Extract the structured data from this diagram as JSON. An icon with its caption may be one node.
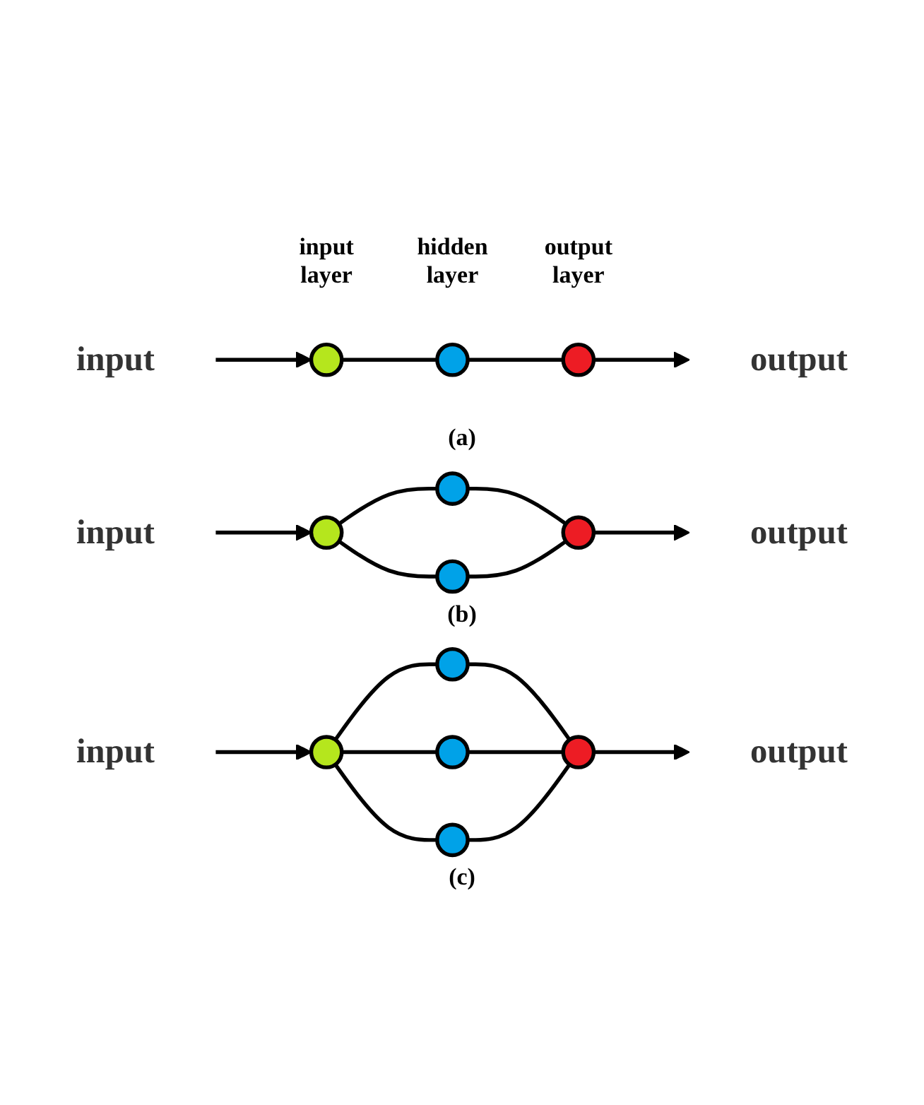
{
  "diagram": {
    "nodes": [
      {
        "text": [
          "input"
        ]
      },
      {
        "text": [],
        "shape": "circle"
      },
      {
        "text": [],
        "shape": "circle"
      },
      {
        "text": [],
        "shape": "circle"
      },
      {
        "text": [
          "output"
        ]
      },
      {
        "text": [
          "input"
        ]
      },
      {
        "text": [],
        "shape": "circle"
      },
      {
        "text": [],
        "shape": "circle"
      },
      {
        "text": [],
        "shape": "circle"
      },
      {
        "text": [],
        "shape": "circle"
      },
      {
        "text": [
          "output"
        ]
      },
      {
        "text": [
          "input"
        ]
      },
      {
        "text": [],
        "shape": "circle"
      },
      {
        "text": [],
        "shape": "circle"
      },
      {
        "text": [],
        "shape": "circle"
      },
      {
        "text": [],
        "shape": "circle"
      },
      {
        "text": [],
        "shape": "circle"
      },
      {
        "text": [
          "output"
        ]
      }
    ],
    "edges": [
      {
        "from": 0,
        "to": 1,
        "arrow": "to"
      },
      {
        "from": 1,
        "to": 2,
        "arrow": "none"
      },
      {
        "from": 2,
        "to": 3,
        "arrow": "none"
      },
      {
        "from": 3,
        "to": 4,
        "arrow": "to"
      },
      {
        "from": 5,
        "to": 6,
        "arrow": "to"
      },
      {
        "from": 6,
        "to": 7,
        "arrow": "none"
      },
      {
        "from": 6,
        "to": 8,
        "arrow": "none"
      },
      {
        "from": 7,
        "to": 9,
        "arrow": "none"
      },
      {
        "from": 8,
        "to": 9,
        "arrow": "none"
      },
      {
        "from": 9,
        "to": 10,
        "arrow": "to"
      },
      {
        "from": 11,
        "to": 12,
        "arrow": "to"
      },
      {
        "from": 12,
        "to": 13,
        "arrow": "none"
      },
      {
        "from": 12,
        "to": 14,
        "arrow": "none"
      },
      {
        "from": 12,
        "to": 15,
        "arrow": "none"
      },
      {
        "from": 13,
        "to": 16,
        "arrow": "none"
      },
      {
        "from": 14,
        "to": 16,
        "arrow": "none"
      },
      {
        "from": 15,
        "to": 16,
        "arrow": "none"
      },
      {
        "from": 16,
        "to": 17,
        "arrow": "to"
      }
    ],
    "labels": [
      "input layer",
      "hidden layer",
      "output layer",
      "(a)",
      "(b)",
      "(c)"
    ]
  }
}
